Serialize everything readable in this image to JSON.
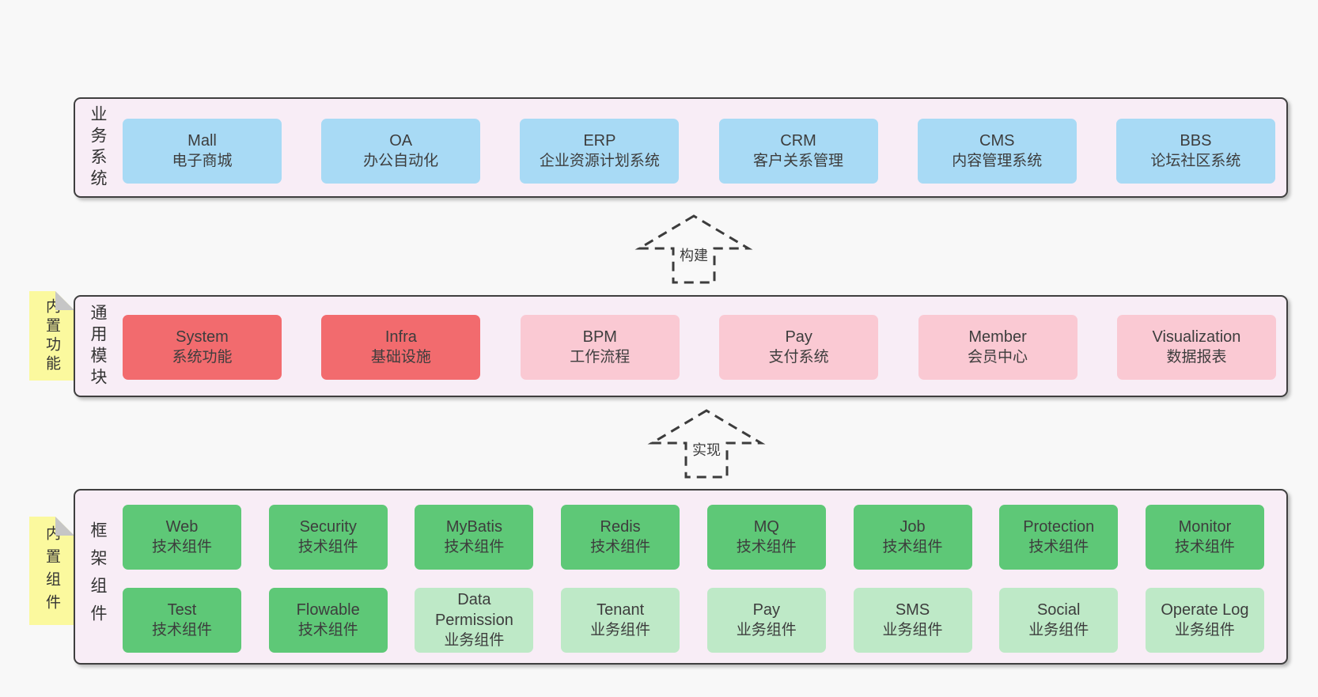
{
  "colors": {
    "page_bg": "#f8f8f8",
    "panel_bg": "#f8edf6",
    "panel_border": "#3f3f3f",
    "blue_box": "#a8daf5",
    "red_box": "#f26b6e",
    "pink_box": "#fac9d3",
    "green_box": "#5ec877",
    "light_green_box": "#bee9c7",
    "sticky_yellow": "#fbf99e",
    "fold_gray": "#c6c6c6",
    "text": "#3d3d3d"
  },
  "arrows": [
    {
      "label": "构建"
    },
    {
      "label": "实现"
    }
  ],
  "sections": {
    "business": {
      "side_label": "业务系统",
      "boxes": [
        {
          "name": "Mall",
          "desc": "电子商城",
          "color": "blue"
        },
        {
          "name": "OA",
          "desc": "办公自动化",
          "color": "blue"
        },
        {
          "name": "ERP",
          "desc": "企业资源计划系统",
          "color": "blue"
        },
        {
          "name": "CRM",
          "desc": "客户关系管理",
          "color": "blue"
        },
        {
          "name": "CMS",
          "desc": "内容管理系统",
          "color": "blue"
        },
        {
          "name": "BBS",
          "desc": "论坛社区系统",
          "color": "blue"
        }
      ]
    },
    "modules": {
      "side_label": "通用模块",
      "sticky_label": "内置功能",
      "boxes": [
        {
          "name": "System",
          "desc": "系统功能",
          "color": "red"
        },
        {
          "name": "Infra",
          "desc": "基础设施",
          "color": "red"
        },
        {
          "name": "BPM",
          "desc": "工作流程",
          "color": "pink"
        },
        {
          "name": "Pay",
          "desc": "支付系统",
          "color": "pink"
        },
        {
          "name": "Member",
          "desc": "会员中心",
          "color": "pink"
        },
        {
          "name": "Visualization",
          "desc": "数据报表",
          "color": "pink"
        }
      ]
    },
    "components": {
      "side_label": "框架组件",
      "sticky_label": "内置组件",
      "rows": [
        [
          {
            "name": "Web",
            "desc": "技术组件",
            "color": "green"
          },
          {
            "name": "Security",
            "desc": "技术组件",
            "color": "green"
          },
          {
            "name": "MyBatis",
            "desc": "技术组件",
            "color": "green"
          },
          {
            "name": "Redis",
            "desc": "技术组件",
            "color": "green"
          },
          {
            "name": "MQ",
            "desc": "技术组件",
            "color": "green"
          },
          {
            "name": "Job",
            "desc": "技术组件",
            "color": "green"
          },
          {
            "name": "Protection",
            "desc": "技术组件",
            "color": "green"
          },
          {
            "name": "Monitor",
            "desc": "技术组件",
            "color": "green"
          }
        ],
        [
          {
            "name": "Test",
            "desc": "技术组件",
            "color": "green"
          },
          {
            "name": "Flowable",
            "desc": "技术组件",
            "color": "green"
          },
          {
            "name": "Data Permission",
            "desc": "业务组件",
            "color": "light_green"
          },
          {
            "name": "Tenant",
            "desc": "业务组件",
            "color": "light_green"
          },
          {
            "name": "Pay",
            "desc": "业务组件",
            "color": "light_green"
          },
          {
            "name": "SMS",
            "desc": "业务组件",
            "color": "light_green"
          },
          {
            "name": "Social",
            "desc": "业务组件",
            "color": "light_green"
          },
          {
            "name": "Operate Log",
            "desc": "业务组件",
            "color": "light_green"
          }
        ]
      ]
    }
  }
}
